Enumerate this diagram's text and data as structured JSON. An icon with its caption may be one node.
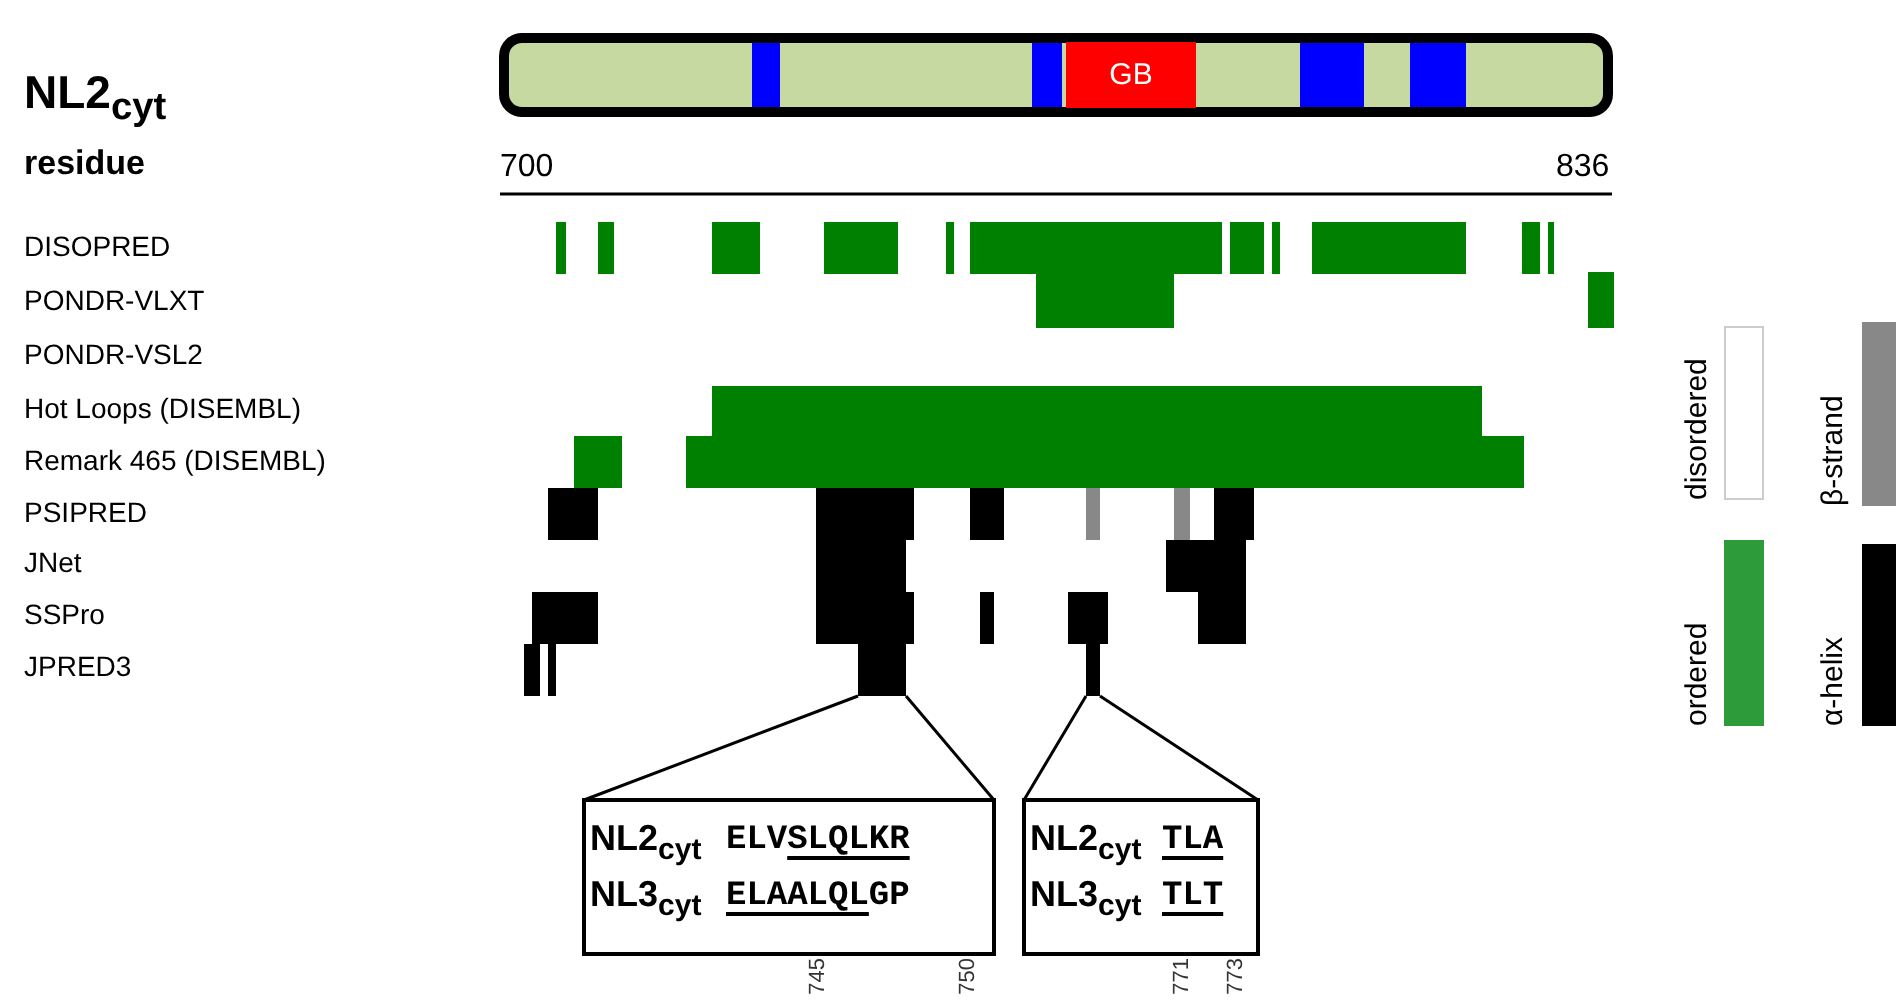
{
  "diagram": {
    "nodes": [
      {
        "text": [
          "GB"
        ]
      },
      {
        "text": [],
        "shape": "bar"
      },
      {
        "text": [],
        "shape": "bar"
      },
      {
        "text": [
          "NL2$_{cyt}$",
          "ELVSLQLKR",
          "NL3$_{cyt}$",
          "ELAALQLGP"
        ]
      },
      {
        "text": [
          "NL2$_{cyt}$",
          "TLA",
          "NL3$_{cyt}$",
          "TLT"
        ]
      }
    ],
    "edges": [
      {
        "from": 1,
        "to": 3,
        "arrow": "none"
      },
      {
        "from": 1,
        "to": 3,
        "arrow": "none"
      },
      {
        "from": 2,
        "to": 4,
        "arrow": "none"
      },
      {
        "from": 2,
        "to": 4,
        "arrow": "none"
      }
    ],
    "labels": [
      "NL2$_{cyt}$",
      "residue",
      "700",
      "836",
      "DISOPRED",
      "PONDR-VLXT",
      "PONDR-VSL2",
      "Hot Loops (DISEMBL)",
      "Remark 465 (DISEMBL)",
      "PSIPRED",
      "JNet",
      "SSPro",
      "JPRED3",
      "745",
      "750",
      "771",
      "773"
    ],
    "legend": [
      {
        "text": "disordered",
        "color": "#ffffff"
      },
      {
        "text": "β-strand",
        "color": "#888888"
      },
      {
        "text": "ordered",
        "color": "#2e9b3a"
      },
      {
        "text": "α-helix",
        "color": "#000000"
      }
    ]
  }
}
